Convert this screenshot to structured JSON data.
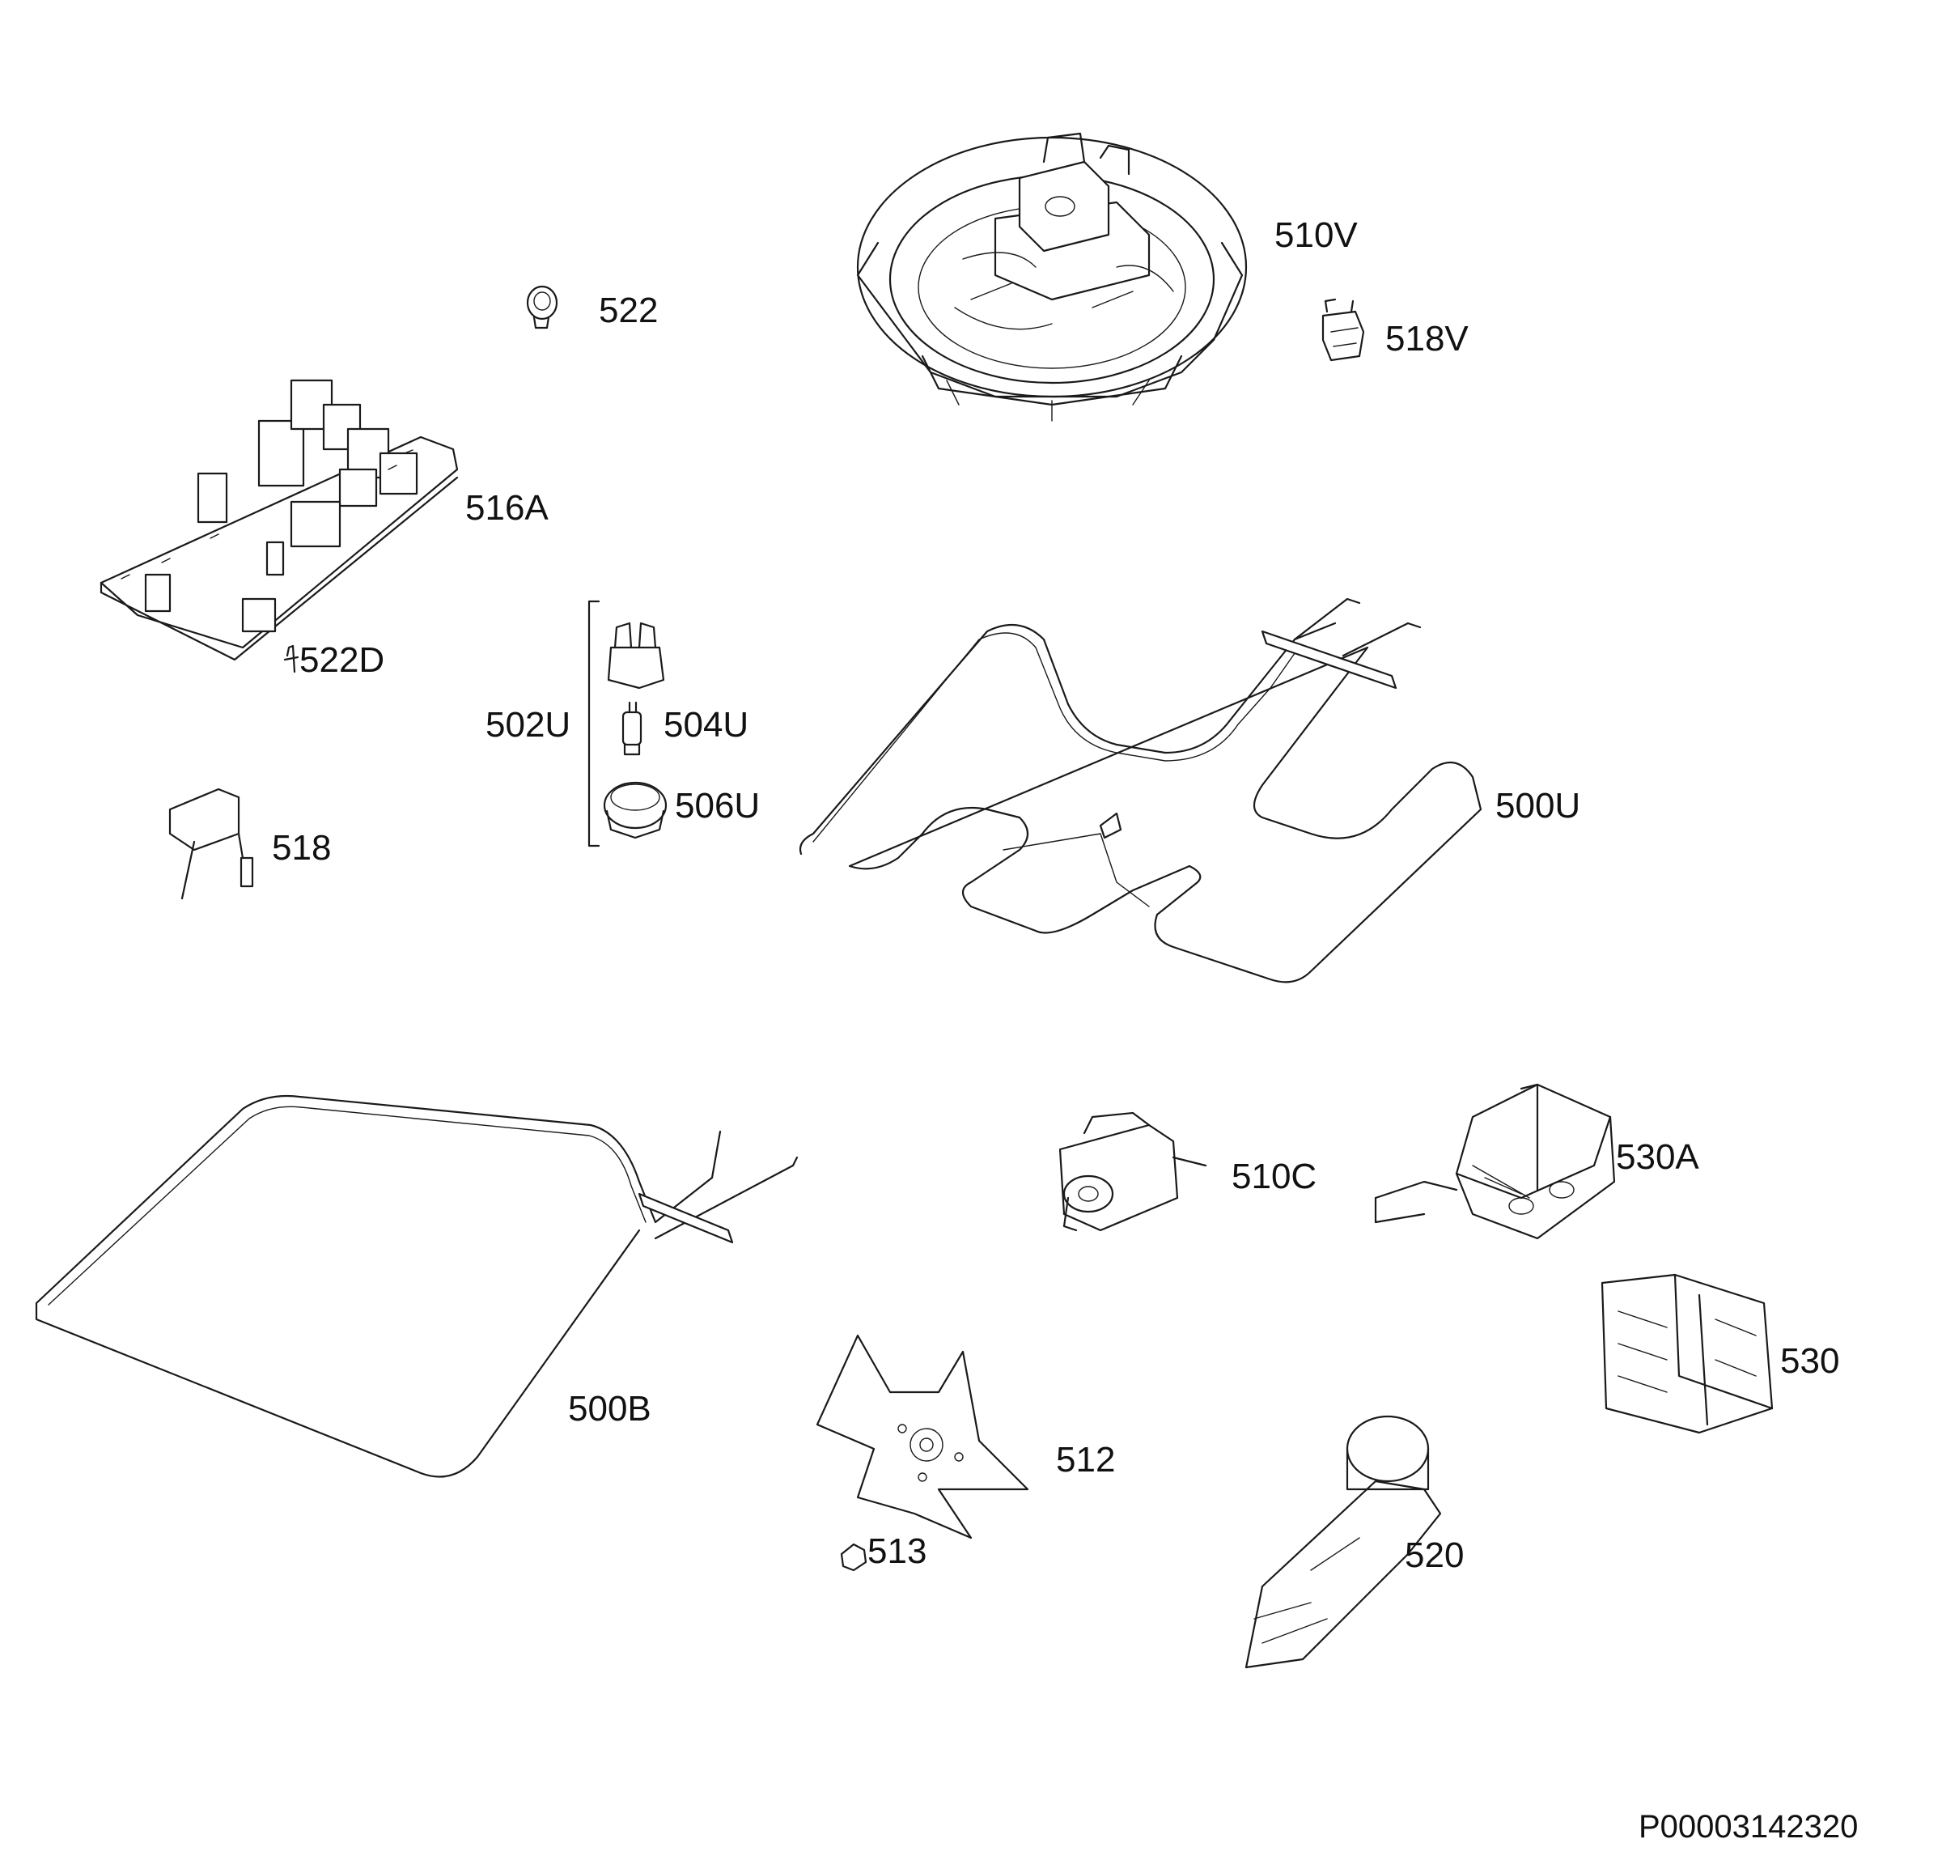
{
  "diagram": {
    "document_code": "P00003142320",
    "parts": [
      {
        "id": "510v",
        "label": "510V"
      },
      {
        "id": "522",
        "label": "522"
      },
      {
        "id": "518v",
        "label": "518V"
      },
      {
        "id": "516a",
        "label": "516A"
      },
      {
        "id": "522d",
        "label": "522D"
      },
      {
        "id": "502u",
        "label": "502U"
      },
      {
        "id": "504u",
        "label": "504U"
      },
      {
        "id": "506u",
        "label": "506U"
      },
      {
        "id": "500u",
        "label": "500U"
      },
      {
        "id": "518",
        "label": "518"
      },
      {
        "id": "510c",
        "label": "510C"
      },
      {
        "id": "530a",
        "label": "530A"
      },
      {
        "id": "530",
        "label": "530"
      },
      {
        "id": "500b",
        "label": "500B"
      },
      {
        "id": "512",
        "label": "512"
      },
      {
        "id": "513",
        "label": "513"
      },
      {
        "id": "520",
        "label": "520"
      }
    ]
  }
}
